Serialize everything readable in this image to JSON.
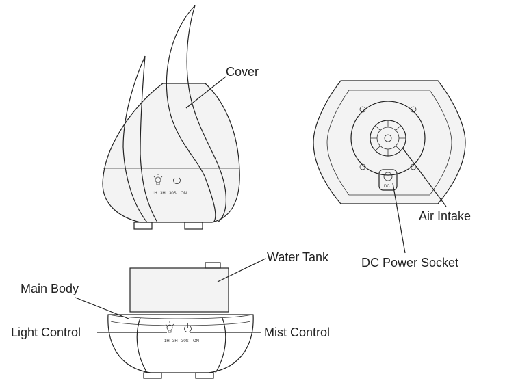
{
  "labels": {
    "cover": "Cover",
    "air_intake": "Air Intake",
    "dc_power_socket": "DC Power Socket",
    "water_tank": "Water Tank",
    "main_body": "Main Body",
    "light_control": "Light Control",
    "mist_control": "Mist Control"
  },
  "panel": {
    "t1": "1H",
    "t2": "3H",
    "t3": "30S",
    "t4": "ON"
  },
  "socket_mark": "DC"
}
